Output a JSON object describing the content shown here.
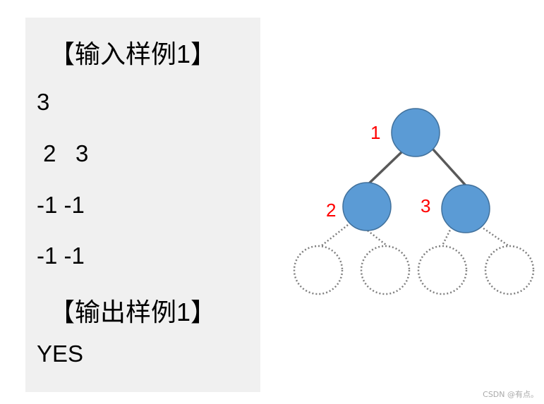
{
  "sample": {
    "input_heading": "【输入样例1】",
    "input_lines": [
      "3",
      " 2   3",
      "-1 -1",
      "-1 -1"
    ],
    "output_heading": "【输出样例1】",
    "output_value": "YES"
  },
  "tree": {
    "label_color": "#ff0000",
    "node_fill": "#5b9bd5",
    "node_stroke": "#41719c",
    "nodes": [
      {
        "id": "1",
        "label": "1"
      },
      {
        "id": "2",
        "label": "2"
      },
      {
        "id": "3",
        "label": "3"
      }
    ]
  },
  "watermark": "CSDN @有点。"
}
